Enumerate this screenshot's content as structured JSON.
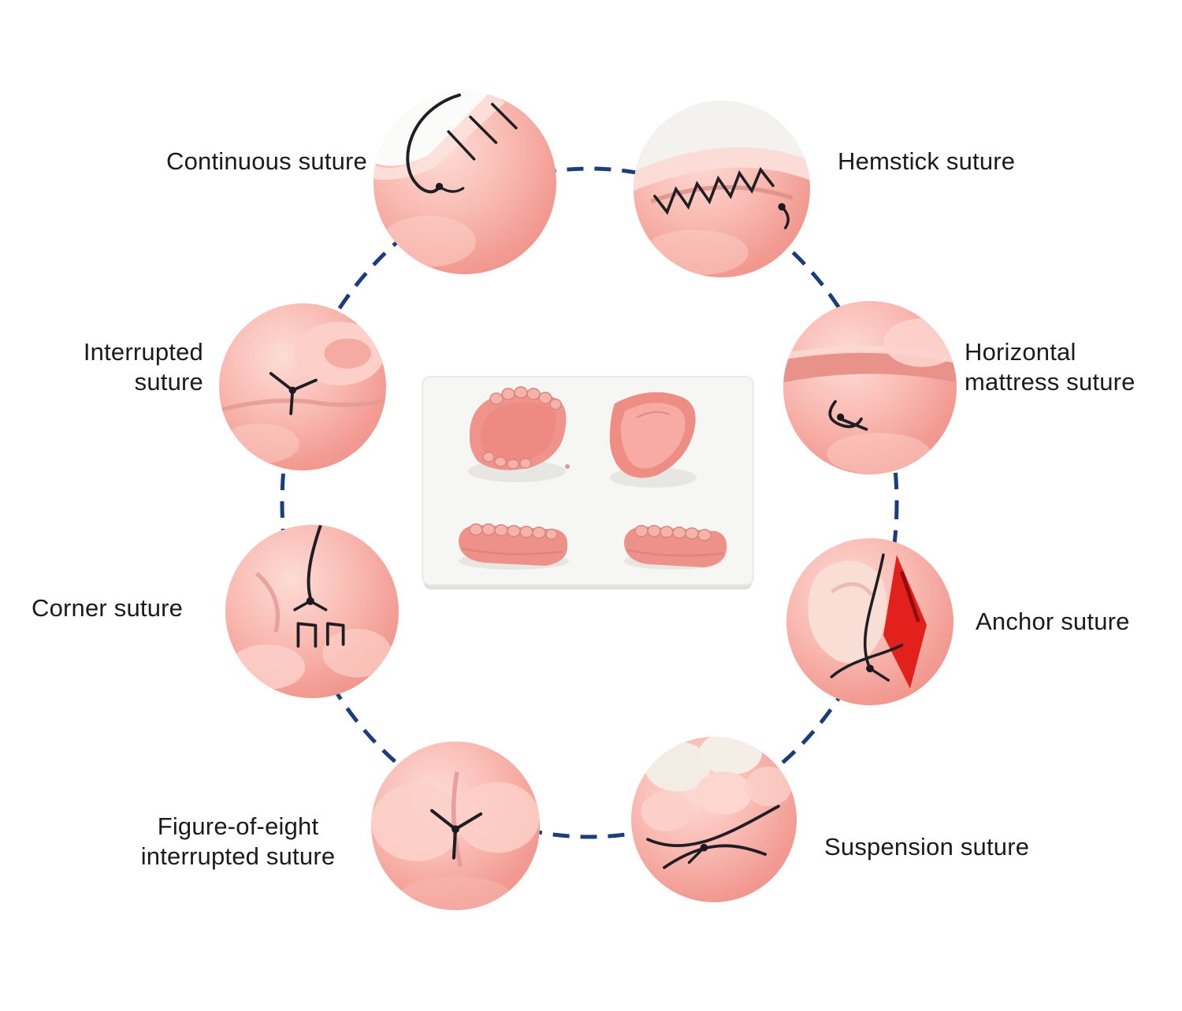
{
  "colors": {
    "connector_navy": "#1c3d7c",
    "label_text": "#1b1b1b",
    "skin_pink": "#f29a91",
    "skin_light_pink": "#fcd4cd",
    "thread_black": "#211e23",
    "pad_white": "#f6f6f4",
    "anchor_red": "#e2201c"
  },
  "sutures": [
    {
      "id": "continuous",
      "label": "Continuous suture"
    },
    {
      "id": "hemstick",
      "label": "Hemstick suture"
    },
    {
      "id": "interrupted",
      "label": "Interrupted\nsuture"
    },
    {
      "id": "horizontal-mattress",
      "label": "Horizontal\nmattress suture"
    },
    {
      "id": "corner",
      "label": "Corner suture"
    },
    {
      "id": "anchor",
      "label": "Anchor suture"
    },
    {
      "id": "figure-of-eight",
      "label": "Figure-of-eight\ninterrupted suture"
    },
    {
      "id": "suspension",
      "label": "Suspension suture"
    }
  ]
}
